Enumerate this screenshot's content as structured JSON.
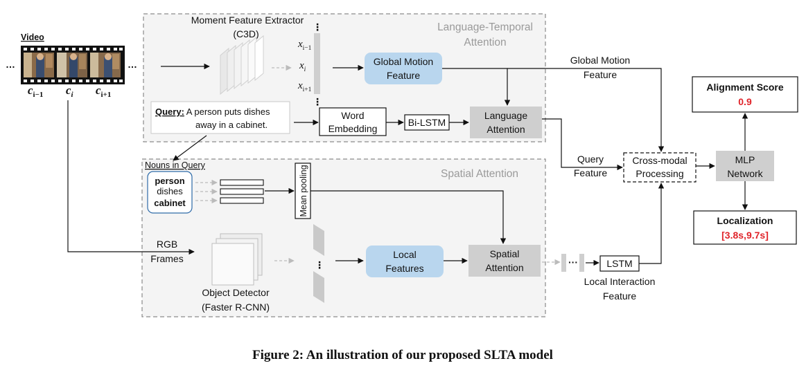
{
  "video": {
    "label": "Video",
    "ellipsis": "…",
    "clip_prev": "c",
    "clip_prev_sub": "i−1",
    "clip_cur": "c",
    "clip_cur_sub": "i",
    "clip_next": "c",
    "clip_next_sub": "i+1"
  },
  "language_temporal": {
    "title_line1": "Language-Temporal",
    "title_line2": "Attention",
    "extractor_line1": "Moment Feature Extractor",
    "extractor_line2": "(C3D)",
    "x_prev": "x",
    "x_prev_sub": "i−1",
    "x_cur": "x",
    "x_cur_sub": "i",
    "x_next": "x",
    "x_next_sub": "i+1",
    "vdots": "⋮",
    "global_motion_line1": "Global Motion",
    "global_motion_line2": "Feature",
    "query_label": "Query:",
    "query_text_line1": " A person puts dishes",
    "query_text_line2": "away in a cabinet.",
    "word_embed_line1": "Word",
    "word_embed_line2": "Embedding",
    "bilstm": "Bi-LSTM",
    "lang_attn_line1": "Language",
    "lang_attn_line2": "Attention"
  },
  "spatial": {
    "title": "Spatial Attention",
    "nouns_label": "Nouns in Query",
    "nouns": [
      "person",
      "dishes",
      "cabinet"
    ],
    "mean_pooling": "Mean pooling",
    "rgb_line1": "RGB",
    "rgb_line2": "Frames",
    "detector_line1": "Object Detector",
    "detector_line2": "(Faster R-CNN)",
    "local_feat_line1": "Local",
    "local_feat_line2": "Features",
    "spatial_attn_line1": "Spatial",
    "spatial_attn_line2": "Attention",
    "lstm": "LSTM",
    "local_inter_line1": "Local Interaction",
    "local_inter_line2": "Feature",
    "dots": "···"
  },
  "right": {
    "global_motion_line1": "Global Motion",
    "global_motion_line2": "Feature",
    "query_feat_line1": "Query",
    "query_feat_line2": "Feature",
    "crossmodal_line1": "Cross-modal",
    "crossmodal_line2": "Processing",
    "mlp_line1": "MLP",
    "mlp_line2": "Network",
    "alignment_title": "Alignment  Score",
    "alignment_value": "0.9",
    "localization_title": "Localization",
    "localization_value": "[3.8s,9.7s]"
  },
  "caption": "Figure 2: An illustration of our proposed SLTA model",
  "colors": {
    "blue_box": "#b9d6ee",
    "gray_box": "#cfcfcf",
    "region_border": "#8a8a8a",
    "region_fill": "#f4f4f4",
    "accent_red": "#e0242a"
  }
}
